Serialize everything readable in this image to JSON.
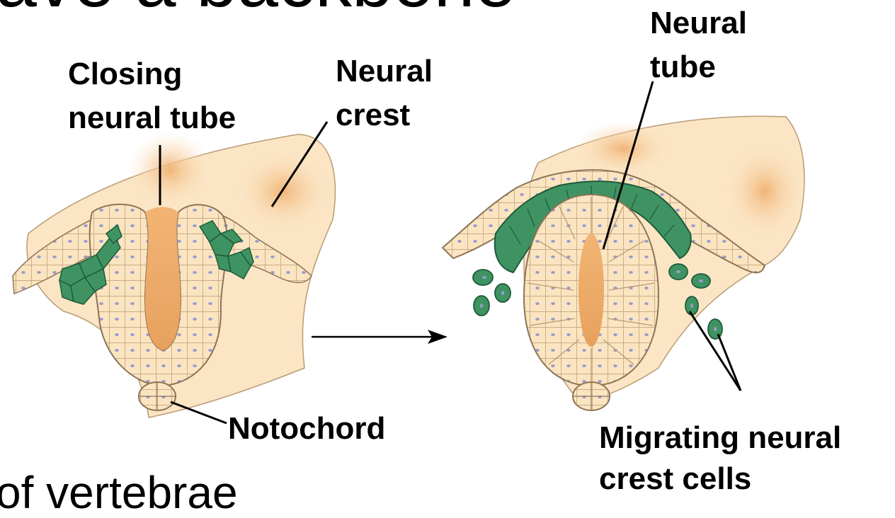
{
  "slide": {
    "title_fragment": "ave a backbone",
    "body_fragment": "of vertebrae"
  },
  "labels": {
    "closing_neural_tube_line1": "Closing",
    "closing_neural_tube_line2": "neural tube",
    "neural_crest_line1": "Neural",
    "neural_crest_line2": "crest",
    "neural_tube_line1": "Neural",
    "neural_tube_line2": "tube",
    "notochord": "Notochord",
    "migrating_line1": "Migrating neural",
    "migrating_line2": "crest cells"
  },
  "colors": {
    "tissue_fill": "#fbe3bd",
    "tissue_stroke": "#a0876a",
    "tube_band": "#f0b877",
    "lumen": "#eaa762",
    "crest_cell": "#3f9362",
    "crest_stroke": "#1d5a3a",
    "nucleus": "#9b9bcf"
  }
}
